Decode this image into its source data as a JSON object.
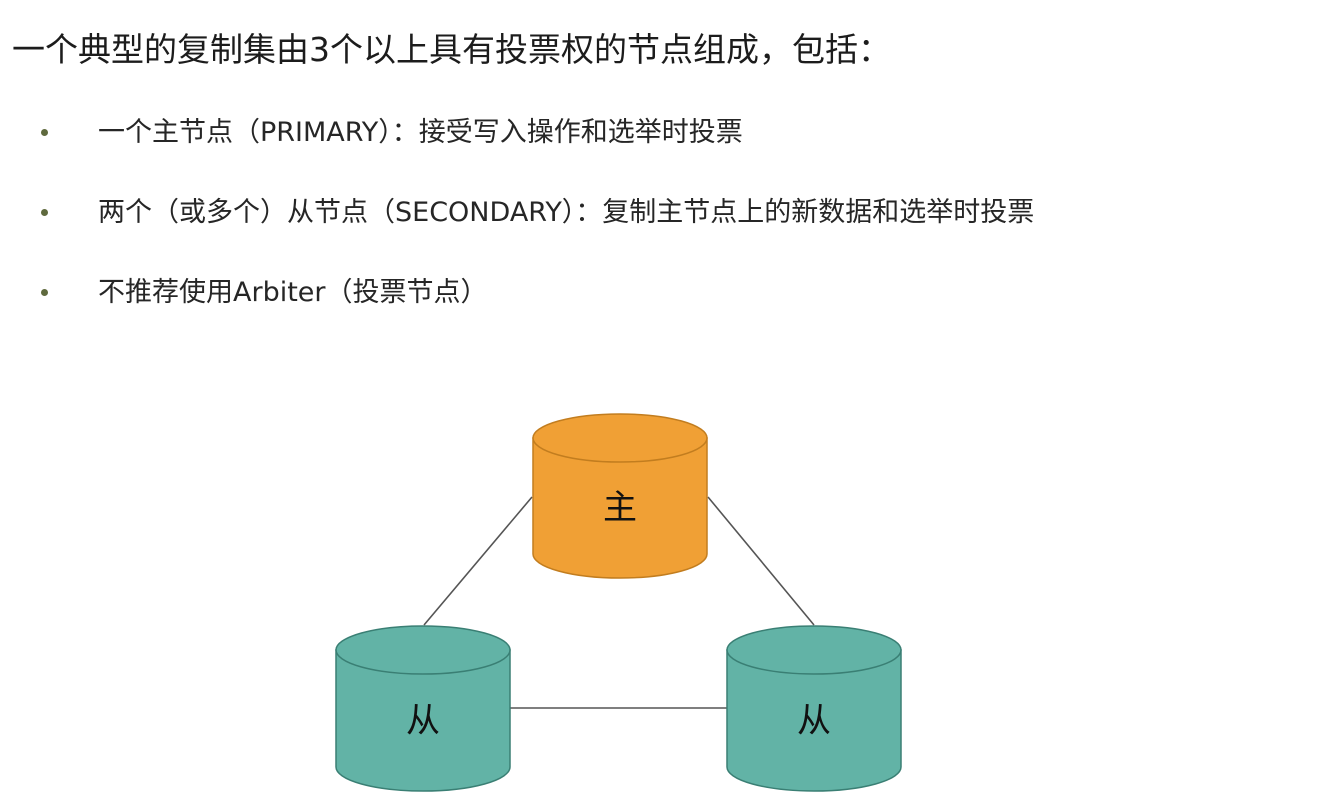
{
  "heading": "一个典型的复制集由3个以上具有投票权的节点组成，包括：",
  "bullets": [
    "一个主节点（PRIMARY）：接受写入操作和选举时投票",
    "两个（或多个）从节点（SECONDARY）：复制主节点上的新数据和选举时投票",
    "不推荐使用Arbiter（投票节点）"
  ],
  "diagram": {
    "primary": {
      "label": "主",
      "color": "#f0a035",
      "stroke": "#c27d1f"
    },
    "secondary_left": {
      "label": "从",
      "color": "#62b3a6",
      "stroke": "#3a7f74"
    },
    "secondary_right": {
      "label": "从",
      "color": "#62b3a6",
      "stroke": "#3a7f74"
    },
    "connector_color": "#555555"
  }
}
